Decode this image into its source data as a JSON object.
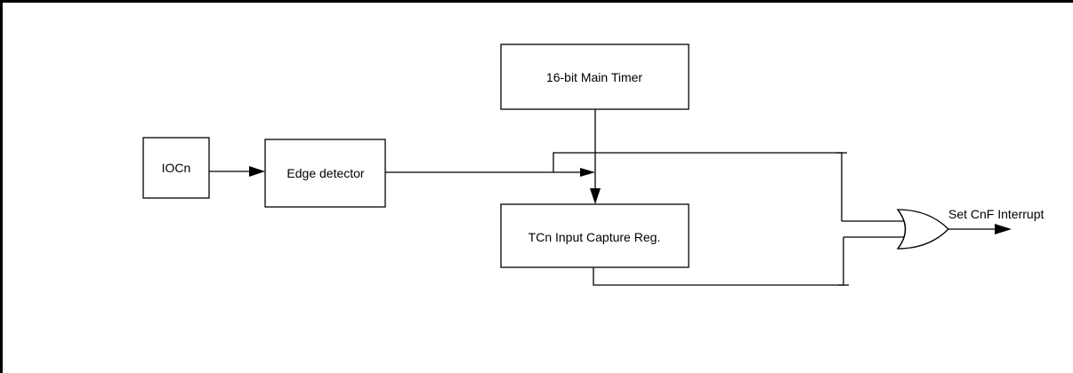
{
  "blocks": {
    "ioc": "IOCn",
    "edge_detector": "Edge detector",
    "main_timer": "16-bit Main Timer",
    "capture_reg": "TCn Input Capture Reg."
  },
  "output_label": "Set CnF Interrupt"
}
